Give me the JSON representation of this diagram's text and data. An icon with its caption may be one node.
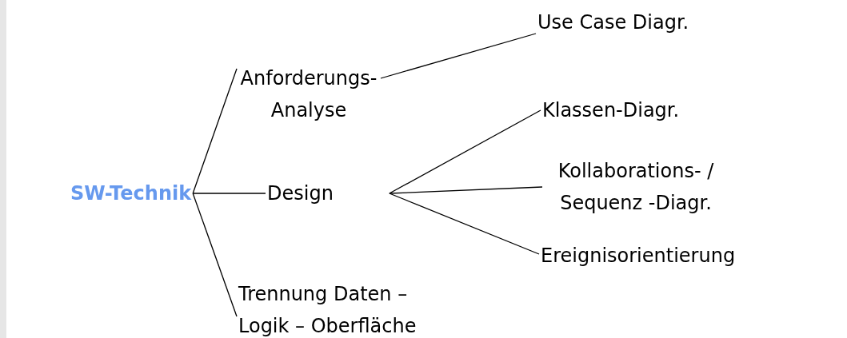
{
  "diagram": {
    "nodes": [
      {
        "text": [
          "SW-Technik"
        ]
      },
      {
        "text": [
          "Anforderungs- Analyse"
        ]
      },
      {
        "text": [
          "Design"
        ]
      },
      {
        "text": [
          "Trennung Daten – Logik – Oberfläche"
        ]
      },
      {
        "text": [
          "Use Case Diagr."
        ]
      },
      {
        "text": [
          "Klassen-Diagr."
        ]
      },
      {
        "text": [
          "Kollaborations- / Sequenz -Diagr."
        ]
      },
      {
        "text": [
          "Ereignisorientierung"
        ]
      }
    ],
    "edges": [
      {
        "from": 0,
        "to": 1,
        "arrow": "none"
      },
      {
        "from": 0,
        "to": 2,
        "arrow": "none"
      },
      {
        "from": 0,
        "to": 3,
        "arrow": "none"
      },
      {
        "from": 1,
        "to": 4,
        "arrow": "none"
      },
      {
        "from": 2,
        "to": 5,
        "arrow": "none"
      },
      {
        "from": 2,
        "to": 6,
        "arrow": "none"
      },
      {
        "from": 2,
        "to": 7,
        "arrow": "none"
      }
    ]
  }
}
